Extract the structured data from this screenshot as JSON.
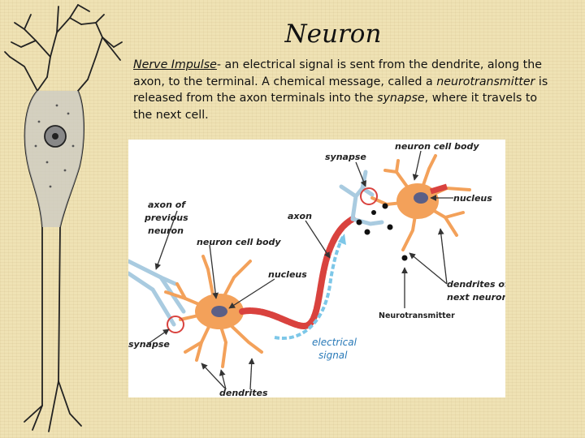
{
  "title": "Neuron",
  "paragraph": {
    "term1": "Nerve Impulse",
    "dash": "- ",
    "text1": "an electrical signal is sent from the dendrite, along the axon, to the terminal. A chemical message, called a ",
    "term2": "neurotransmitter",
    "text2": " is released from the axon terminals into the ",
    "term3": "synapse",
    "text3": ", where it travels to the next cell."
  },
  "figure": {
    "labels": {
      "synapse_top": "synapse",
      "neuron_cell_body_top": "neuron cell body",
      "nucleus_right": "nucleus",
      "axon_of_line1": "axon of",
      "axon_of_line2": "previous",
      "axon_of_line3": "neuron",
      "axon": "axon",
      "neuron_cell_body_left": "neuron cell body",
      "nucleus_left": "nucleus",
      "dendrites_next_line1": "dendrites of",
      "dendrites_next_line2": "next neuron",
      "neurotransmitter": "Neurotransmitter",
      "synapse_bottom": "synapse",
      "electrical_line1": "electrical",
      "electrical_line2": "signal",
      "dendrites": "dendrites"
    }
  }
}
